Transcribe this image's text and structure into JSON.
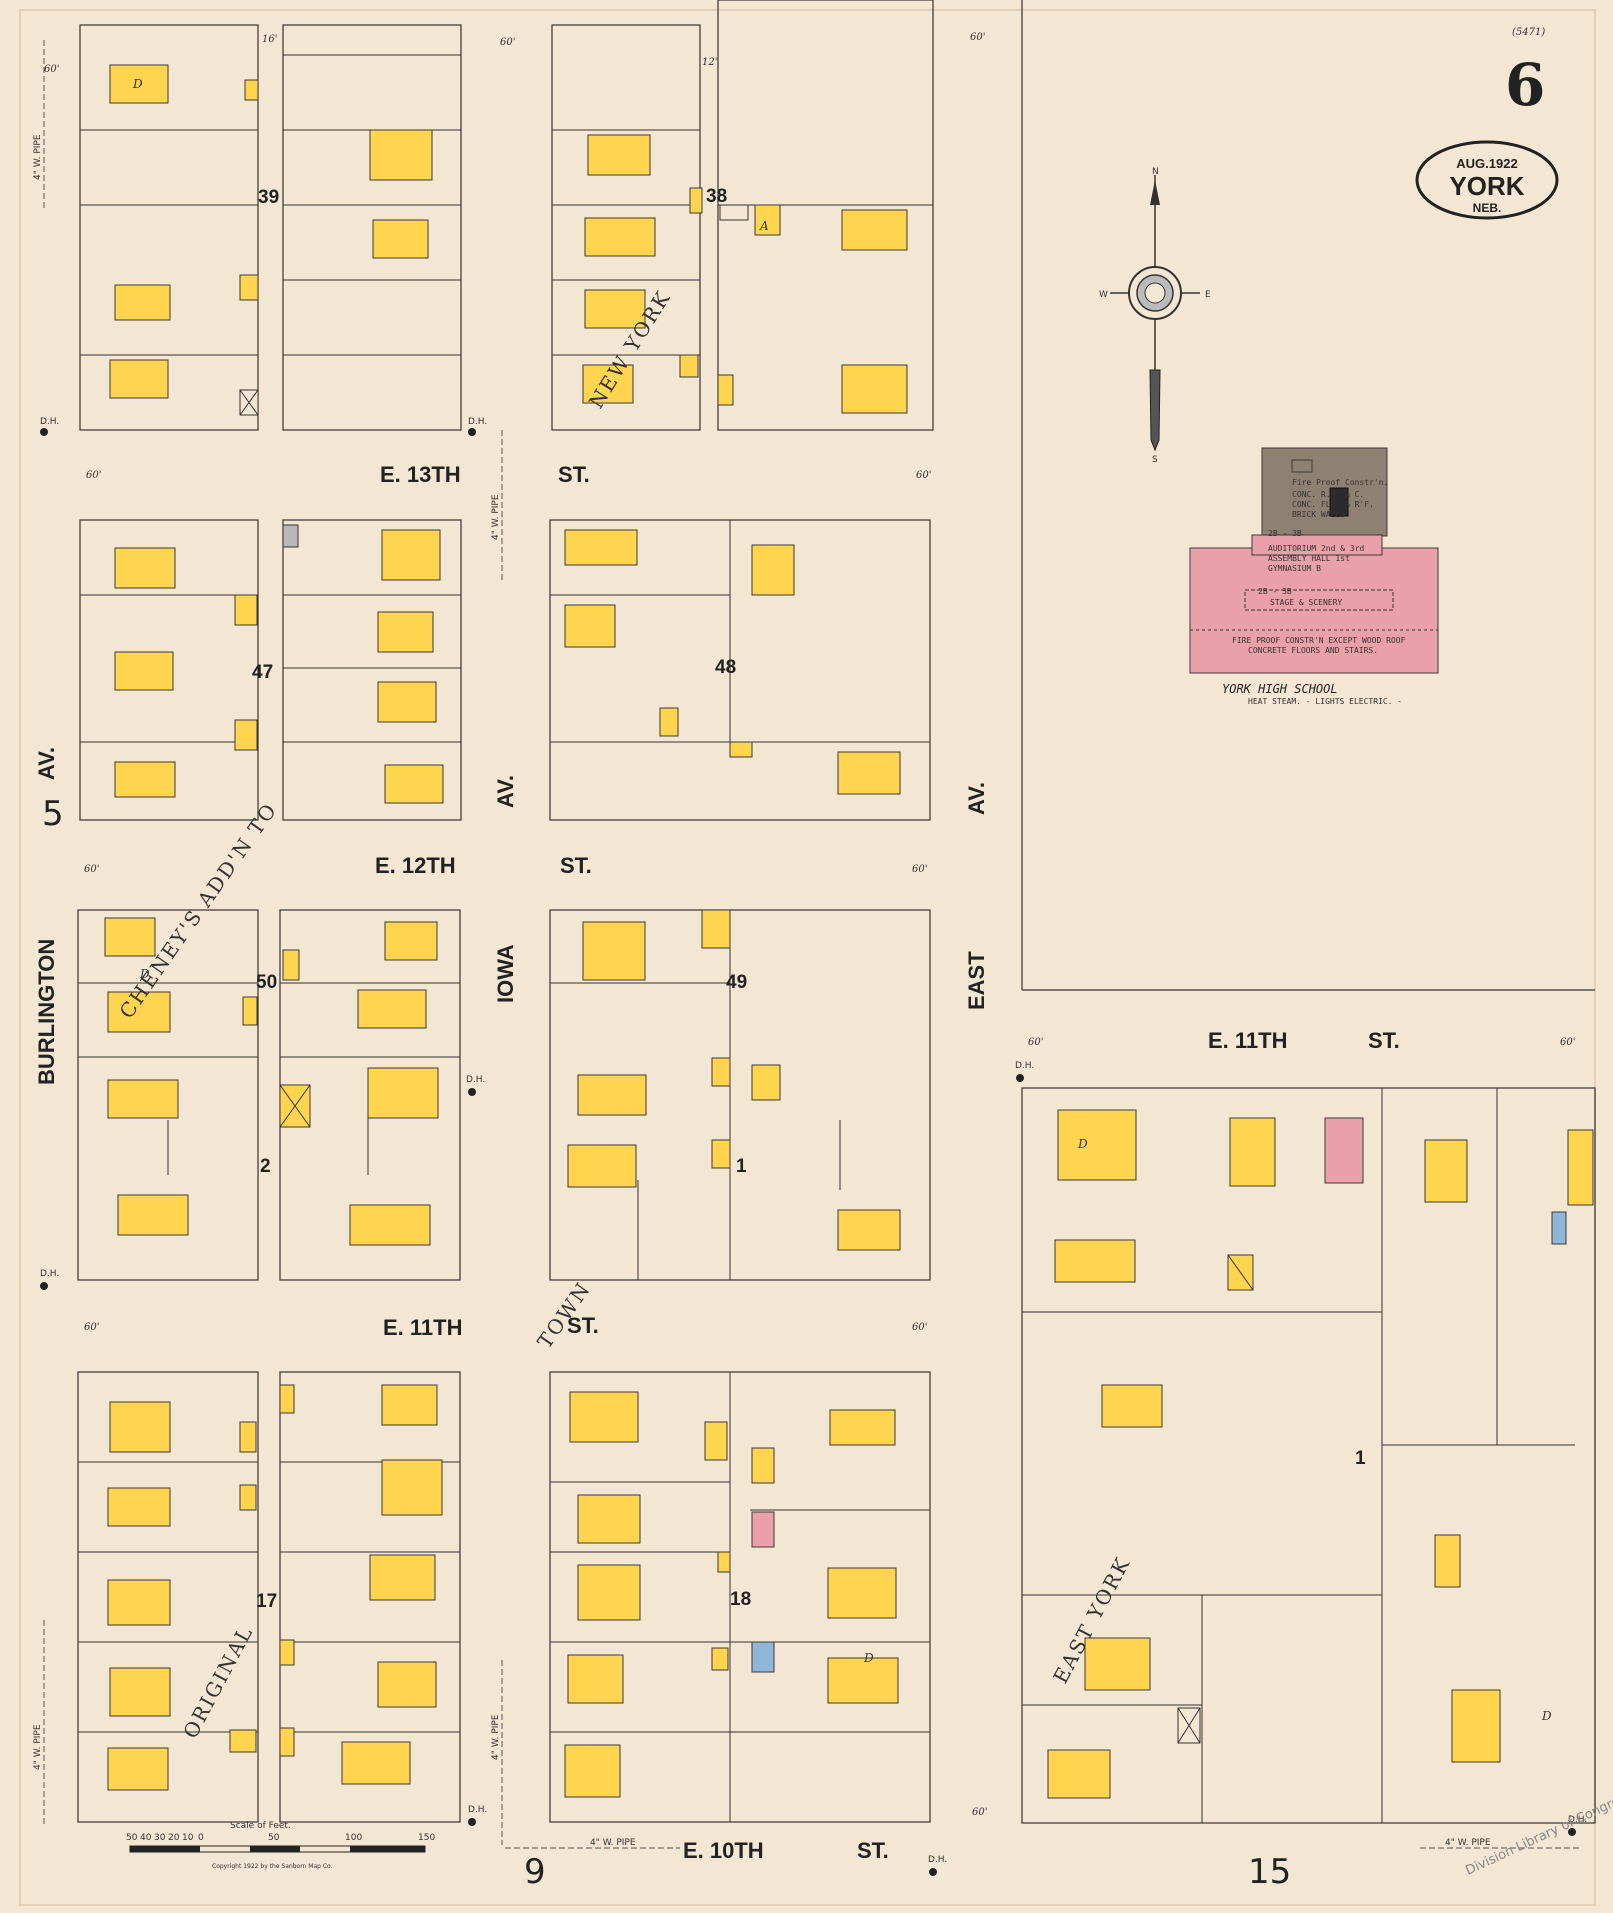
{
  "sheet": {
    "number": "6",
    "ref": "(5471)",
    "date": "AUG.1922",
    "town": "YORK",
    "state": "NEB."
  },
  "streets": {
    "e13": "E. 13TH",
    "e13_st": "ST.",
    "e12": "E. 12TH",
    "e12_st": "ST.",
    "e11": "E. 11TH",
    "e11_st": "ST.",
    "e11_east": "E. 11TH",
    "e11_east_st": "ST.",
    "e10": "E. 10TH",
    "e10_st": "ST.",
    "burlington": "BURLINGTON",
    "burlington_av": "AV.",
    "iowa": "IOWA",
    "iowa_av": "AV.",
    "east": "EAST",
    "east_av": "AV."
  },
  "blocks": [
    "39",
    "38",
    "47",
    "48",
    "50",
    "49",
    "17",
    "18",
    "2",
    "1",
    "1"
  ],
  "adjacent_sheets": {
    "left": "5",
    "bottom_left": "9",
    "bottom_right": "15"
  },
  "school": {
    "title": "YORK HIGH SCHOOL",
    "subtitle": "HEAT STEAM. - LIGHTS ELECTRIC. -",
    "annex_note": "Fire Proof Constr'n.",
    "annex_detail_1": "CONC. R.M. & C.",
    "annex_detail_2": "CONC. FLR. & R'F.",
    "annex_detail_3": "BRICK WALLS",
    "stories_1": "2B - 3B",
    "auditorium": "AUDITORIUM 2nd & 3rd",
    "assembly": "ASSEMBLY HALL 1st",
    "gym": "GYMNASIUM B",
    "stage_label": "2B - 3B",
    "stage": "STAGE & SCENERY",
    "construction_1": "FIRE PROOF CONSTR'N EXCEPT WOOD ROOF",
    "construction_2": "CONCRETE FLOORS AND STAIRS."
  },
  "additions": {
    "cheneys": "CHENEY'S ADD'N TO",
    "new_york": "NEW YORK",
    "original": "ORIGINAL",
    "east_york": "EAST YORK",
    "town": "TOWN"
  },
  "scale": {
    "label": "Scale of Feet.",
    "ticks": [
      "50",
      "40",
      "30",
      "20",
      "10",
      "0",
      "50",
      "100",
      "150"
    ],
    "copyright": "Copyright 1922 by the Sanborn Map Co."
  },
  "pipes": {
    "main": "4\" W. PIPE"
  },
  "hydrant": "D.H.",
  "widths": {
    "sixty": "60'",
    "sixteen": "16'",
    "twelve": "12'"
  },
  "stamp": "Division Library of Congress",
  "colors": {
    "paper": "#f3e6d3",
    "frame": "#ffd54f",
    "brick": "#e9a0a8",
    "stone": "#8fb8d8",
    "outline": "#3a3a3a"
  },
  "house_tags": {
    "dwelling": "D",
    "auto": "A"
  }
}
